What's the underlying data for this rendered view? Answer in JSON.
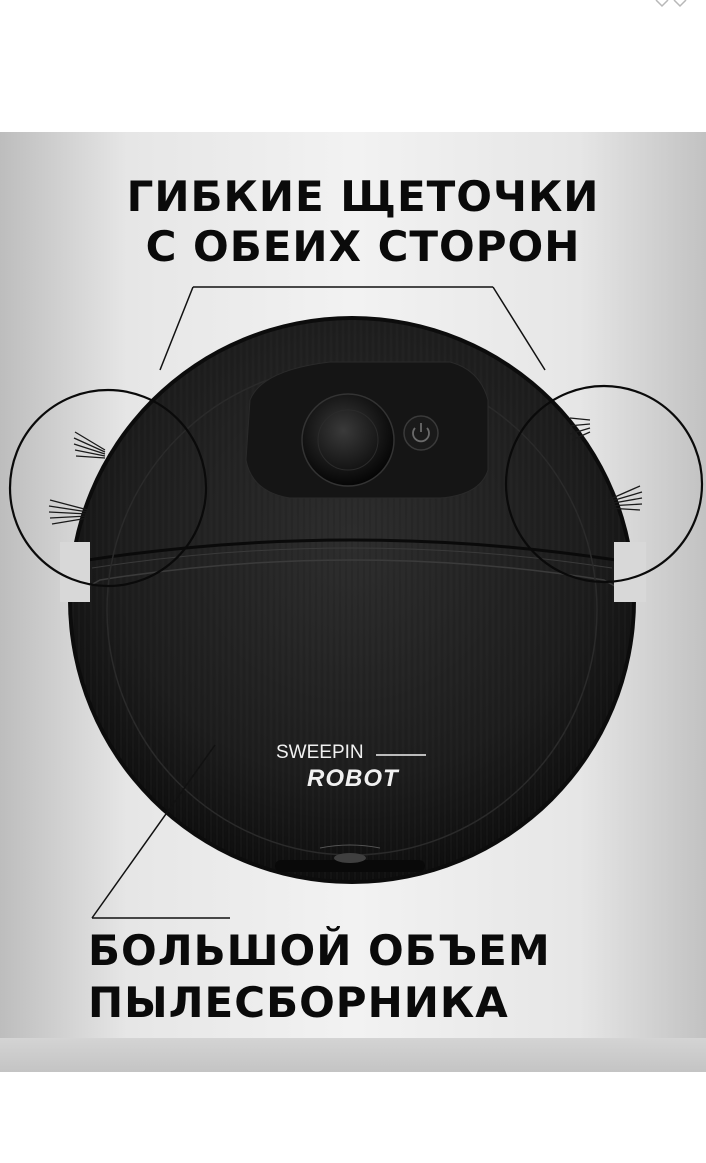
{
  "headline_top": {
    "line1": "ГИБКИЕ ЩЕТОЧКИ",
    "line2": "С ОБЕИХ СТОРОН"
  },
  "headline_bottom": {
    "line1": "БОЛЬШОЙ ОБЪЕМ",
    "line2": "ПЫЛЕСБОРНИКА"
  },
  "robot_brand": {
    "line1": "SWEEPIN",
    "line2": "ROBOT"
  },
  "colors": {
    "robot_body": "#1c1c1c",
    "text": "#0a0a0a",
    "background": "#ececec"
  }
}
